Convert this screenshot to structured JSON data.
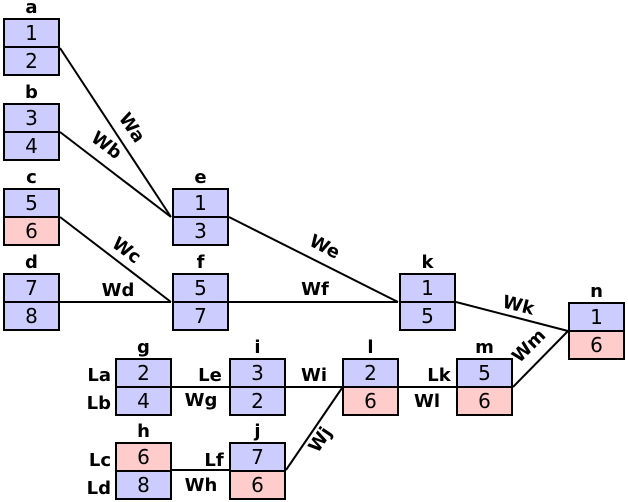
{
  "colors": {
    "blue": "#ccccff",
    "pink": "#ffcccc",
    "line": "#000000",
    "text": "#000000",
    "background": "#ffffff"
  },
  "nodes": {
    "a": {
      "label": "a",
      "cells": [
        {
          "value": "1",
          "color": "blue"
        },
        {
          "value": "2",
          "color": "blue"
        }
      ]
    },
    "b": {
      "label": "b",
      "cells": [
        {
          "value": "3",
          "color": "blue"
        },
        {
          "value": "4",
          "color": "blue"
        }
      ]
    },
    "c": {
      "label": "c",
      "cells": [
        {
          "value": "5",
          "color": "blue"
        },
        {
          "value": "6",
          "color": "pink"
        }
      ]
    },
    "d": {
      "label": "d",
      "cells": [
        {
          "value": "7",
          "color": "blue"
        },
        {
          "value": "8",
          "color": "blue"
        }
      ]
    },
    "e": {
      "label": "e",
      "cells": [
        {
          "value": "1",
          "color": "blue"
        },
        {
          "value": "3",
          "color": "blue"
        }
      ]
    },
    "f": {
      "label": "f",
      "cells": [
        {
          "value": "5",
          "color": "blue"
        },
        {
          "value": "7",
          "color": "blue"
        }
      ]
    },
    "g": {
      "label": "g",
      "cells": [
        {
          "value": "2",
          "color": "blue"
        },
        {
          "value": "4",
          "color": "blue"
        }
      ]
    },
    "h": {
      "label": "h",
      "cells": [
        {
          "value": "6",
          "color": "pink"
        },
        {
          "value": "8",
          "color": "blue"
        }
      ]
    },
    "i": {
      "label": "i",
      "cells": [
        {
          "value": "3",
          "color": "blue"
        },
        {
          "value": "2",
          "color": "blue"
        }
      ]
    },
    "j": {
      "label": "j",
      "cells": [
        {
          "value": "7",
          "color": "blue"
        },
        {
          "value": "6",
          "color": "pink"
        }
      ]
    },
    "k": {
      "label": "k",
      "cells": [
        {
          "value": "1",
          "color": "blue"
        },
        {
          "value": "5",
          "color": "blue"
        }
      ]
    },
    "l": {
      "label": "l",
      "cells": [
        {
          "value": "2",
          "color": "blue"
        },
        {
          "value": "6",
          "color": "pink"
        }
      ]
    },
    "m": {
      "label": "m",
      "cells": [
        {
          "value": "5",
          "color": "blue"
        },
        {
          "value": "6",
          "color": "pink"
        }
      ]
    },
    "n": {
      "label": "n",
      "cells": [
        {
          "value": "1",
          "color": "blue"
        },
        {
          "value": "6",
          "color": "pink"
        }
      ]
    }
  },
  "edges": [
    {
      "from": "a",
      "to": "e",
      "weight_label": "Wa"
    },
    {
      "from": "b",
      "to": "e",
      "weight_label": "Wb"
    },
    {
      "from": "c",
      "to": "f",
      "weight_label": "Wc"
    },
    {
      "from": "d",
      "to": "f",
      "weight_label": "Wd"
    },
    {
      "from": "e",
      "to": "k",
      "weight_label": "We"
    },
    {
      "from": "f",
      "to": "k",
      "weight_label": "Wf"
    },
    {
      "from": "k",
      "to": "n",
      "weight_label": "Wk"
    },
    {
      "from": "m",
      "to": "n",
      "weight_label": "Wm"
    },
    {
      "from": "g",
      "to": "i",
      "weight_label": "Wg",
      "link_label": "Le"
    },
    {
      "from": "i",
      "to": "l",
      "weight_label": "Wi"
    },
    {
      "from": "h",
      "to": "j",
      "weight_label": "Wh",
      "link_label": "Lf"
    },
    {
      "from": "j",
      "to": "l",
      "weight_label": "Wj"
    },
    {
      "from": "l",
      "to": "m",
      "weight_label": "Wl",
      "link_label": "Lk"
    }
  ],
  "port_labels": [
    {
      "text": "La",
      "node": "g",
      "cell": 0
    },
    {
      "text": "Lb",
      "node": "g",
      "cell": 1
    },
    {
      "text": "Lc",
      "node": "h",
      "cell": 0
    },
    {
      "text": "Ld",
      "node": "h",
      "cell": 1
    }
  ]
}
